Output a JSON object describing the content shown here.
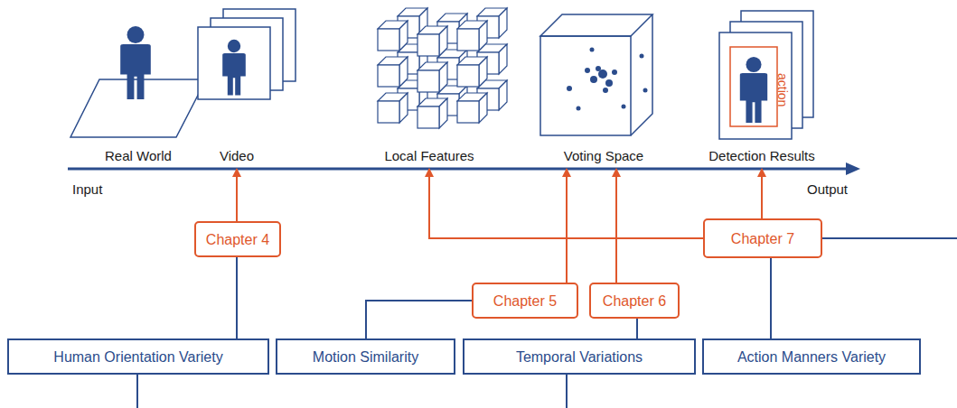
{
  "diagram": {
    "nodes": [
      {
        "text": [
          "Real World"
        ]
      },
      {
        "text": [
          "Video"
        ]
      },
      {
        "text": [
          "Local Features"
        ]
      },
      {
        "text": [
          "Voting Space"
        ]
      },
      {
        "text": [
          "Detection Results"
        ]
      },
      {
        "text": [
          "Chapter 4"
        ]
      },
      {
        "text": [
          "Chapter 7"
        ]
      },
      {
        "text": [
          "Chapter 5"
        ]
      },
      {
        "text": [
          "Chapter 6"
        ]
      },
      {
        "text": [
          "Human Orientation Variety"
        ]
      },
      {
        "text": [
          "Motion Similarity"
        ]
      },
      {
        "text": [
          "Temporal Variations"
        ]
      },
      {
        "text": [
          "Action Manners Variety"
        ]
      }
    ],
    "edges": [
      {
        "from": 5,
        "to": 1,
        "arrow": "to"
      },
      {
        "from": 9,
        "to": 5,
        "arrow": "none"
      },
      {
        "from": 6,
        "to": 2,
        "arrow": "to"
      },
      {
        "from": 6,
        "to": 4,
        "arrow": "to"
      },
      {
        "from": 7,
        "to": 3,
        "arrow": "to"
      },
      {
        "from": 8,
        "to": 3,
        "arrow": "to"
      },
      {
        "from": 10,
        "to": 7,
        "arrow": "none"
      },
      {
        "from": 11,
        "to": 8,
        "arrow": "none"
      },
      {
        "from": 12,
        "to": 6,
        "arrow": "none"
      }
    ],
    "labels": [
      "Input",
      "Output",
      "action"
    ]
  }
}
